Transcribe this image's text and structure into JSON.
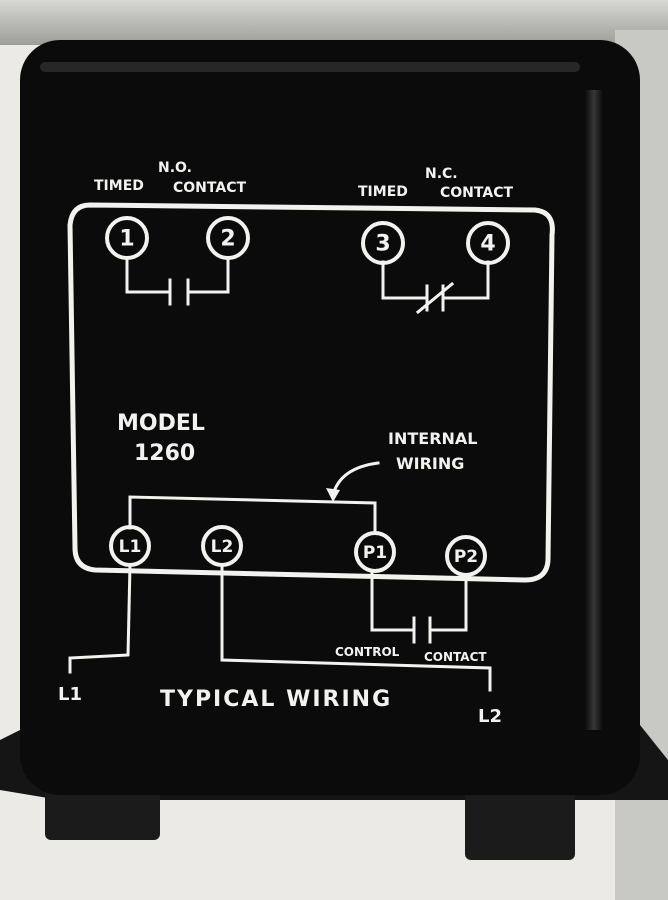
{
  "labels": {
    "no_top": "N.O.",
    "no_timed": "TIMED",
    "no_contact": "CONTACT",
    "nc_top": "N.C.",
    "nc_timed": "TIMED",
    "nc_contact": "CONTACT",
    "model": "MODEL",
    "model_number": "1260",
    "internal": "INTERNAL",
    "wiring": "WIRING",
    "control": "CONTROL",
    "control_contact": "CONTACT",
    "typical_wiring": "TYPICAL WIRING",
    "l1_out": "L1",
    "l2_out": "L2"
  },
  "terminals": {
    "t1": "1",
    "t2": "2",
    "t3": "3",
    "t4": "4",
    "l1": "L1",
    "l2": "L2",
    "p1": "P1",
    "p2": "P2"
  },
  "colors": {
    "housing": "#0b0b0b",
    "print": "#f2f2ee",
    "background": "#e9e8e2",
    "metal": "#bdbdb8"
  }
}
